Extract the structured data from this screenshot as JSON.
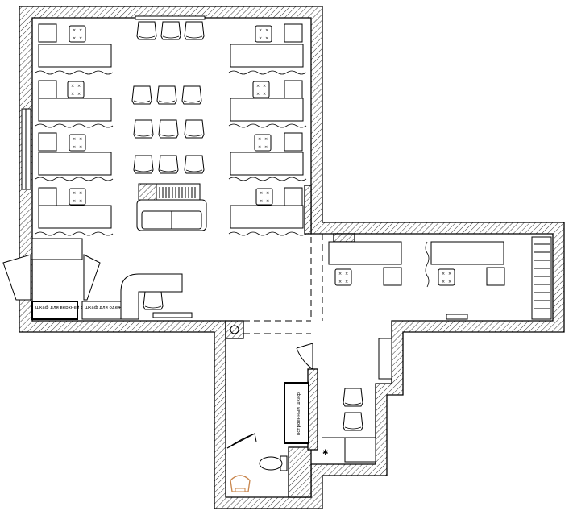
{
  "labels": {
    "cabinet_outerwear": "шкаф для верхней одежды",
    "cabinet_clothes": "шкаф для одежды",
    "cabinet_built_in": "встроенный шкаф"
  },
  "colors": {
    "line": "#000000",
    "background": "#ffffff",
    "accent_chair": "#c8844a"
  }
}
